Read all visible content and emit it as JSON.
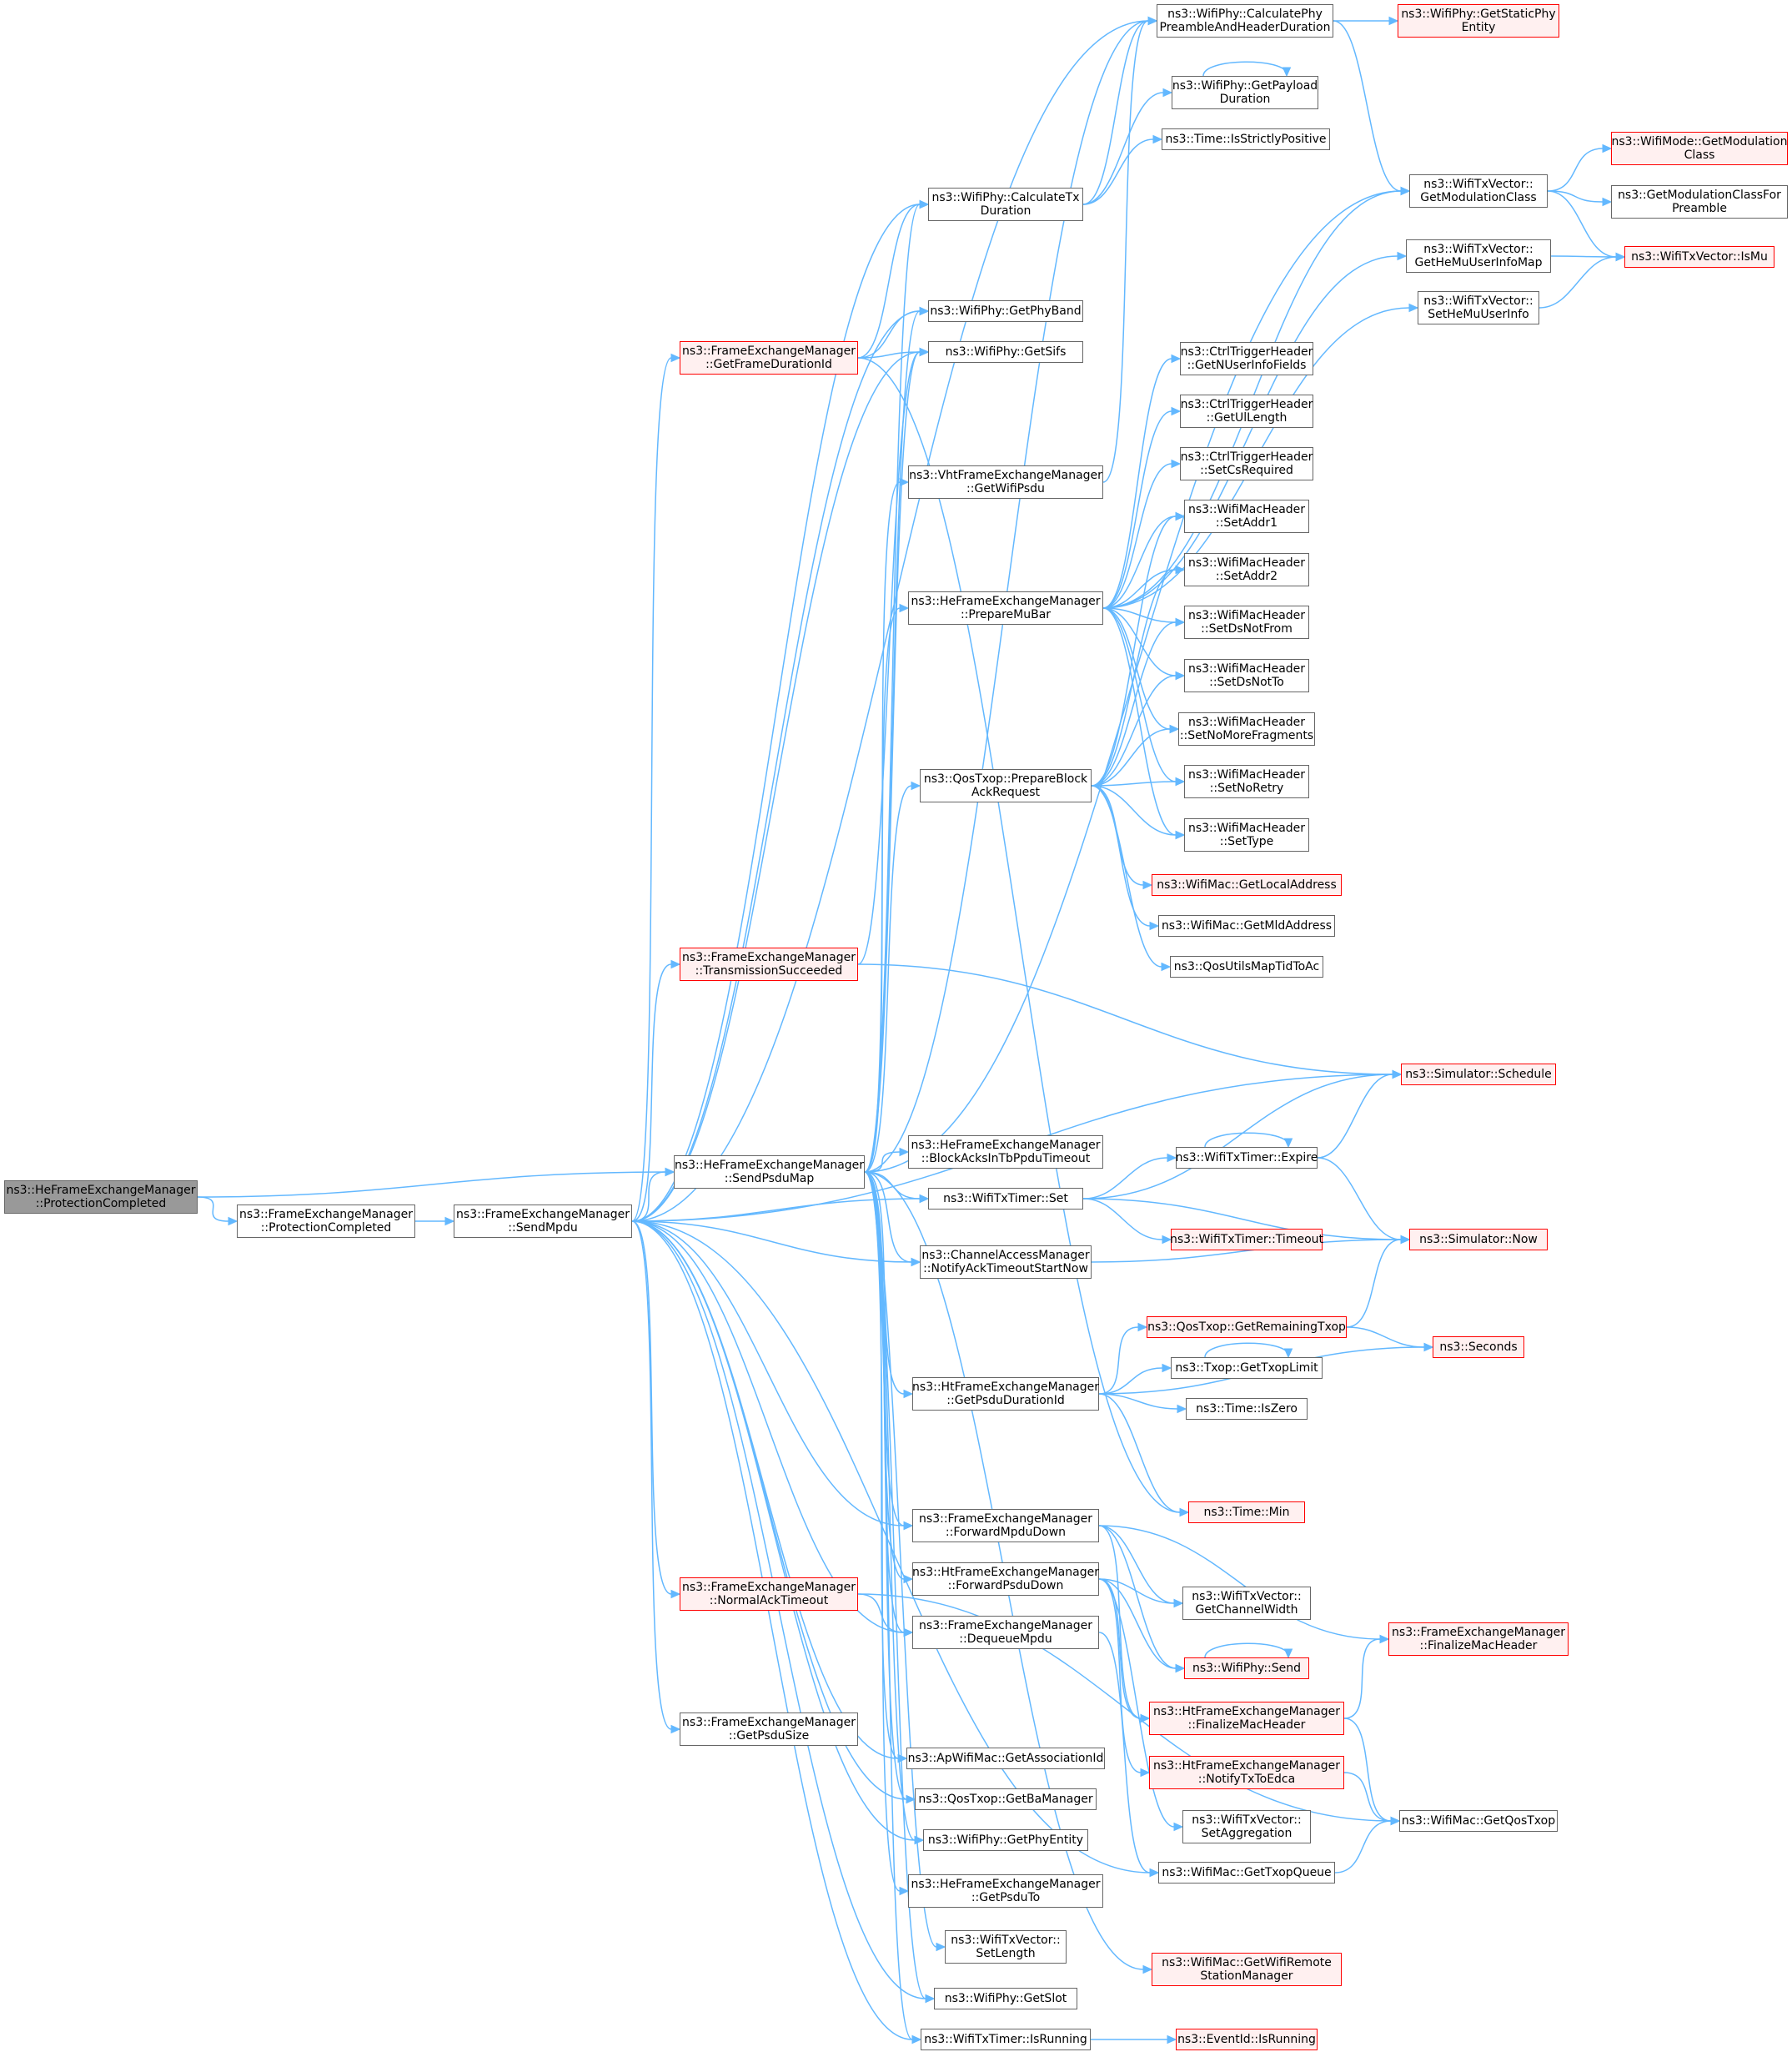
{
  "colors": {
    "edge": "#63b8ff",
    "node_border": "#666666",
    "red_border": "#ff0000",
    "red_fill": "#fff0f0",
    "root_fill": "#999999"
  },
  "nodes": [
    {
      "id": "root",
      "l1": "ns3::HeFrameExchangeManager",
      "l2": "::ProtectionCompleted",
      "style": "root"
    },
    {
      "id": "fem_pc",
      "l1": "ns3::FrameExchangeManager",
      "l2": "::ProtectionCompleted",
      "style": "normal"
    },
    {
      "id": "sendmpdu",
      "l1": "ns3::FrameExchangeManager",
      "l2": "::SendMpdu",
      "style": "normal"
    },
    {
      "id": "getframedur",
      "l1": "ns3::FrameExchangeManager",
      "l2": "::GetFrameDurationId",
      "style": "red"
    },
    {
      "id": "txsucc",
      "l1": "ns3::FrameExchangeManager",
      "l2": "::TransmissionSucceeded",
      "style": "red"
    },
    {
      "id": "sendpsdu",
      "l1": "ns3::HeFrameExchangeManager",
      "l2": "::SendPsduMap",
      "style": "normal"
    },
    {
      "id": "normack",
      "l1": "ns3::FrameExchangeManager",
      "l2": "::NormalAckTimeout",
      "style": "red"
    },
    {
      "id": "getpsdusize",
      "l1": "ns3::FrameExchangeManager",
      "l2": "::GetPsduSize",
      "style": "normal"
    },
    {
      "id": "calctx",
      "l1": "ns3::WifiPhy::CalculateTx",
      "l2": "Duration",
      "style": "normal"
    },
    {
      "id": "getphyband",
      "l1": "ns3::WifiPhy::GetPhyBand",
      "l2": "",
      "style": "normal"
    },
    {
      "id": "getsifs",
      "l1": "ns3::WifiPhy::GetSifs",
      "l2": "",
      "style": "normal"
    },
    {
      "id": "vhtgetpsdu",
      "l1": "ns3::VhtFrameExchangeManager",
      "l2": "::GetWifiPsdu",
      "style": "normal"
    },
    {
      "id": "preparemubar",
      "l1": "ns3::HeFrameExchangeManager",
      "l2": "::PrepareMuBar",
      "style": "normal"
    },
    {
      "id": "preparebar",
      "l1": "ns3::QosTxop::PrepareBlock",
      "l2": "AckRequest",
      "style": "normal"
    },
    {
      "id": "blockacks",
      "l1": "ns3::HeFrameExchangeManager",
      "l2": "::BlockAcksInTbPpduTimeout",
      "style": "normal"
    },
    {
      "id": "txtimerset",
      "l1": "ns3::WifiTxTimer::Set",
      "l2": "",
      "style": "normal"
    },
    {
      "id": "notifyack",
      "l1": "ns3::ChannelAccessManager",
      "l2": "::NotifyAckTimeoutStartNow",
      "style": "normal"
    },
    {
      "id": "htgetpsdudur",
      "l1": "ns3::HtFrameExchangeManager",
      "l2": "::GetPsduDurationId",
      "style": "normal"
    },
    {
      "id": "fwdmpdu",
      "l1": "ns3::FrameExchangeManager",
      "l2": "::ForwardMpduDown",
      "style": "normal"
    },
    {
      "id": "fwdpsdu",
      "l1": "ns3::HtFrameExchangeManager",
      "l2": "::ForwardPsduDown",
      "style": "normal"
    },
    {
      "id": "dequeue",
      "l1": "ns3::FrameExchangeManager",
      "l2": "::DequeueMpdu",
      "style": "normal"
    },
    {
      "id": "getassoc",
      "l1": "ns3::ApWifiMac::GetAssociationId",
      "l2": "",
      "style": "normal"
    },
    {
      "id": "getbaman",
      "l1": "ns3::QosTxop::GetBaManager",
      "l2": "",
      "style": "normal"
    },
    {
      "id": "getphyentity",
      "l1": "ns3::WifiPhy::GetPhyEntity",
      "l2": "",
      "style": "normal"
    },
    {
      "id": "getpsduto",
      "l1": "ns3::HeFrameExchangeManager",
      "l2": "::GetPsduTo",
      "style": "normal"
    },
    {
      "id": "setlength",
      "l1": "ns3::WifiTxVector::",
      "l2": "SetLength",
      "style": "normal"
    },
    {
      "id": "getslot",
      "l1": "ns3::WifiPhy::GetSlot",
      "l2": "",
      "style": "normal"
    },
    {
      "id": "isrunning",
      "l1": "ns3::WifiTxTimer::IsRunning",
      "l2": "",
      "style": "normal"
    },
    {
      "id": "calcpreamble",
      "l1": "ns3::WifiPhy::CalculatePhy",
      "l2": "PreambleAndHeaderDuration",
      "style": "normal"
    },
    {
      "id": "getpayload",
      "l1": "ns3::WifiPhy::GetPayload",
      "l2": "Duration",
      "style": "normal"
    },
    {
      "id": "strictpos",
      "l1": "ns3::Time::IsStrictlyPositive",
      "l2": "",
      "style": "normal"
    },
    {
      "id": "getnuser",
      "l1": "ns3::CtrlTriggerHeader",
      "l2": "::GetNUserInfoFields",
      "style": "normal"
    },
    {
      "id": "getul",
      "l1": "ns3::CtrlTriggerHeader",
      "l2": "::GetUlLength",
      "style": "normal"
    },
    {
      "id": "setcs",
      "l1": "ns3::CtrlTriggerHeader",
      "l2": "::SetCsRequired",
      "style": "normal"
    },
    {
      "id": "setaddr1",
      "l1": "ns3::WifiMacHeader",
      "l2": "::SetAddr1",
      "style": "normal"
    },
    {
      "id": "setaddr2",
      "l1": "ns3::WifiMacHeader",
      "l2": "::SetAddr2",
      "style": "normal"
    },
    {
      "id": "setdsnotfrom",
      "l1": "ns3::WifiMacHeader",
      "l2": "::SetDsNotFrom",
      "style": "normal"
    },
    {
      "id": "setdsnotto",
      "l1": "ns3::WifiMacHeader",
      "l2": "::SetDsNotTo",
      "style": "normal"
    },
    {
      "id": "setnomore",
      "l1": "ns3::WifiMacHeader",
      "l2": "::SetNoMoreFragments",
      "style": "normal"
    },
    {
      "id": "setnoretry",
      "l1": "ns3::WifiMacHeader",
      "l2": "::SetNoRetry",
      "style": "normal"
    },
    {
      "id": "settype",
      "l1": "ns3::WifiMacHeader",
      "l2": "::SetType",
      "style": "normal"
    },
    {
      "id": "getlocal",
      "l1": "ns3::WifiMac::GetLocalAddress",
      "l2": "",
      "style": "red"
    },
    {
      "id": "getmld",
      "l1": "ns3::WifiMac::GetMldAddress",
      "l2": "",
      "style": "normal"
    },
    {
      "id": "qosmap",
      "l1": "ns3::QosUtilsMapTidToAc",
      "l2": "",
      "style": "normal"
    },
    {
      "id": "expire",
      "l1": "ns3::WifiTxTimer::Expire",
      "l2": "",
      "style": "normal"
    },
    {
      "id": "timeout",
      "l1": "ns3::WifiTxTimer::Timeout",
      "l2": "",
      "style": "red"
    },
    {
      "id": "getremtxop",
      "l1": "ns3::QosTxop::GetRemainingTxop",
      "l2": "",
      "style": "red"
    },
    {
      "id": "gettxoplimit",
      "l1": "ns3::Txop::GetTxopLimit",
      "l2": "",
      "style": "normal"
    },
    {
      "id": "iszero",
      "l1": "ns3::Time::IsZero",
      "l2": "",
      "style": "normal"
    },
    {
      "id": "timemin",
      "l1": "ns3::Time::Min",
      "l2": "",
      "style": "red"
    },
    {
      "id": "getchanwidth",
      "l1": "ns3::WifiTxVector::",
      "l2": "GetChannelWidth",
      "style": "normal"
    },
    {
      "id": "physend",
      "l1": "ns3::WifiPhy::Send",
      "l2": "",
      "style": "red"
    },
    {
      "id": "htfinalize",
      "l1": "ns3::HtFrameExchangeManager",
      "l2": "::FinalizeMacHeader",
      "style": "red"
    },
    {
      "id": "htnotify",
      "l1": "ns3::HtFrameExchangeManager",
      "l2": "::NotifyTxToEdca",
      "style": "red"
    },
    {
      "id": "setagg",
      "l1": "ns3::WifiTxVector::",
      "l2": "SetAggregation",
      "style": "normal"
    },
    {
      "id": "gettxopq",
      "l1": "ns3::WifiMac::GetTxopQueue",
      "l2": "",
      "style": "normal"
    },
    {
      "id": "getremote",
      "l1": "ns3::WifiMac::GetWifiRemote",
      "l2": "StationManager",
      "style": "red"
    },
    {
      "id": "eventrun",
      "l1": "ns3::EventId::IsRunning",
      "l2": "",
      "style": "red"
    },
    {
      "id": "getstatic",
      "l1": "ns3::WifiPhy::GetStaticPhy",
      "l2": "Entity",
      "style": "red"
    },
    {
      "id": "getmodclass",
      "l1": "ns3::WifiTxVector::",
      "l2": "GetModulationClass",
      "style": "normal"
    },
    {
      "id": "gethemap",
      "l1": "ns3::WifiTxVector::",
      "l2": "GetHeMuUserInfoMap",
      "style": "normal"
    },
    {
      "id": "sethemu",
      "l1": "ns3::WifiTxVector::",
      "l2": "SetHeMuUserInfo",
      "style": "normal"
    },
    {
      "id": "schedule",
      "l1": "ns3::Simulator::Schedule",
      "l2": "",
      "style": "red"
    },
    {
      "id": "now",
      "l1": "ns3::Simulator::Now",
      "l2": "",
      "style": "red"
    },
    {
      "id": "seconds",
      "l1": "ns3::Seconds",
      "l2": "",
      "style": "red"
    },
    {
      "id": "femfinalize",
      "l1": "ns3::FrameExchangeManager",
      "l2": "::FinalizeMacHeader",
      "style": "red"
    },
    {
      "id": "getqostxop",
      "l1": "ns3::WifiMac::GetQosTxop",
      "l2": "",
      "style": "normal"
    },
    {
      "id": "modegetmod",
      "l1": "ns3::WifiMode::GetModulation",
      "l2": "Class",
      "style": "red"
    },
    {
      "id": "getmodpre",
      "l1": "ns3::GetModulationClassFor",
      "l2": "Preamble",
      "style": "normal"
    },
    {
      "id": "ismu",
      "l1": "ns3::WifiTxVector::IsMu",
      "l2": "",
      "style": "red"
    }
  ]
}
